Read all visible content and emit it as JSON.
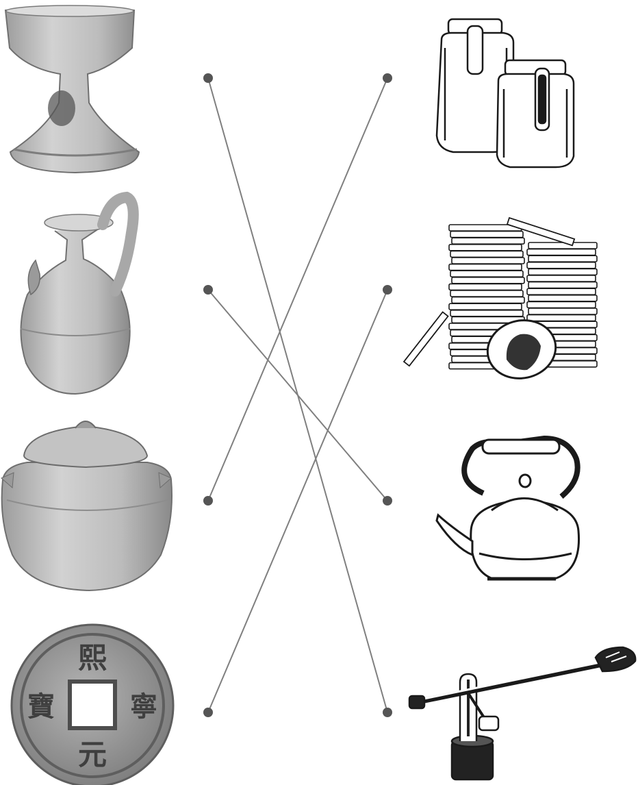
{
  "worksheet": {
    "left_items": [
      {
        "icon": "ancient-lamp-stand-icon"
      },
      {
        "icon": "ancient-ewer-icon"
      },
      {
        "icon": "ancient-lidded-jar-icon"
      },
      {
        "icon": "ancient-coin-icon"
      }
    ],
    "right_items": [
      {
        "icon": "glass-jars-icon"
      },
      {
        "icon": "coin-stacks-icon"
      },
      {
        "icon": "teakettle-icon"
      },
      {
        "icon": "desk-lamp-icon"
      }
    ],
    "connections": [
      {
        "from": 0,
        "to": 3
      },
      {
        "from": 1,
        "to": 2
      },
      {
        "from": 2,
        "to": 0
      },
      {
        "from": 3,
        "to": 1
      }
    ],
    "colors": {
      "line": "#7f7f7f",
      "dot": "#555555",
      "ink": "#1a1a1a",
      "pottery": "#b9b9b9",
      "pottery_shade": "#8e8e8e"
    }
  }
}
